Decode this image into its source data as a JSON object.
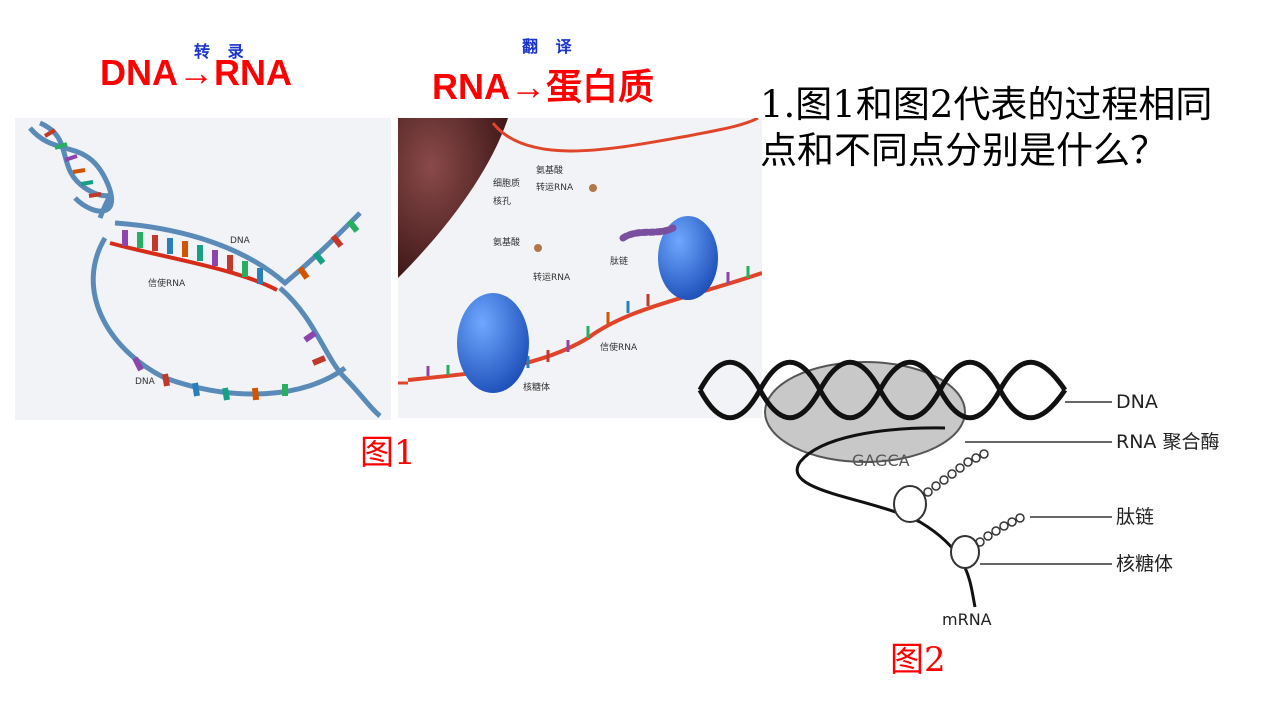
{
  "header": {
    "transcription_small": "转 录",
    "transcription_from": "DNA",
    "transcription_to": "→RNA",
    "translation_small": "翻 译",
    "translation_text": "RNA→蛋白质"
  },
  "question": {
    "line1": "1.图1和图2代表的过程相同",
    "line2": "点和不同点分别是什么？"
  },
  "figure1": {
    "caption": "图1",
    "transcription_labels": {
      "dna_top": "DNA",
      "mrna": "信使RNA",
      "dna_bottom": "DNA"
    },
    "translation_labels": {
      "cytoplasm": "细胞质",
      "pore": "核孔",
      "aa_trna_1": "氨基酸",
      "aa_trna_2": "转运RNA",
      "amino_acid": "氨基酸",
      "trna": "转运RNA",
      "peptide": "肽链",
      "mrna": "信使RNA",
      "ribosome": "核糖体"
    }
  },
  "figure2": {
    "caption": "图2",
    "sequence": "GAGCA",
    "labels": {
      "dna": "DNA",
      "rna_polymerase": "RNA 聚合酶",
      "peptide": "肽链",
      "ribosome": "核糖体",
      "mrna": "mRNA"
    }
  },
  "colors": {
    "red": "#ff0000",
    "blue": "#1a33cc",
    "black": "#000000"
  }
}
